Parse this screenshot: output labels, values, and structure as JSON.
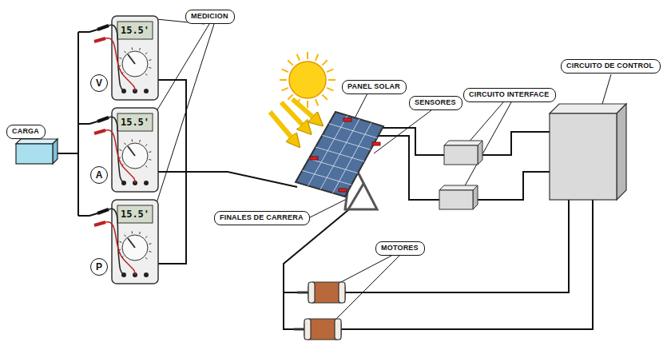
{
  "diagram": {
    "nodes": [
      {
        "text": [
          "MEDICION"
        ]
      },
      {
        "text": [
          "CARGA"
        ]
      },
      {
        "text": [
          "V"
        ]
      },
      {
        "text": [
          "A"
        ]
      },
      {
        "text": [
          "P"
        ]
      },
      {
        "text": [
          "PANEL SOLAR"
        ]
      },
      {
        "text": [
          "SENSORES"
        ]
      },
      {
        "text": [
          "CIRCUITO INTERFACE"
        ]
      },
      {
        "text": [
          "CIRCUITO DE CONTROL"
        ]
      },
      {
        "text": [
          "FINALES DE CARRERA"
        ]
      },
      {
        "text": [
          "MOTORES"
        ]
      }
    ],
    "labels": [
      "15.5'",
      "15.5'",
      "15.5'"
    ]
  }
}
